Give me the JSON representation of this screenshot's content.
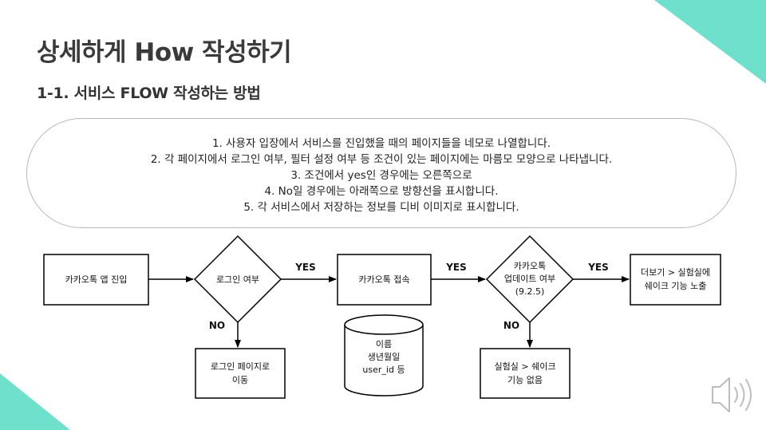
{
  "title": "상세하게 How 작성하기",
  "subtitle": "1-1. 서비스 FLOW 작성하는 방법",
  "steps": [
    "1.   사용자 입장에서 서비스를 진입했을 때의 페이지들을 네모로 나열합니다.",
    "2.   각 페이지에서 로그인 여부, 필터 설정 여부 등 조건이 있는 페이지에는 마름모 모양으로 나타냅니다.",
    "3.   조건에서 yes인 경우에는 오른쪽으로",
    "4.   No일 경우에는 아래쪽으로 방향선을 표시합니다.",
    "5.   각 서비스에서 저장하는 정보를 디비 이미지로 표시합니다."
  ],
  "flow": {
    "start": "카카오톡 앱 진입",
    "cond_login": "로그인 여부",
    "kakao_access": "카카오톡 접속",
    "cond_update": [
      "카카오톡",
      "업데이트 여부",
      "(9.2.5)"
    ],
    "result_yes": [
      "더보기 > 실험실에",
      "쉐이크 기능 노출"
    ],
    "login_page": [
      "로그인 페이지로",
      "이동"
    ],
    "result_no": [
      "실험실 > 쉐이크",
      "기능 없음"
    ],
    "db": [
      "이름",
      "생년월일",
      "user_id 등"
    ],
    "yes_label": "YES",
    "no_label": "NO"
  },
  "colors": {
    "accent": "#6ee0cc",
    "stroke": "#000000",
    "speaker": "#bdbdbd"
  },
  "icons": {
    "speaker": "speaker-icon"
  }
}
